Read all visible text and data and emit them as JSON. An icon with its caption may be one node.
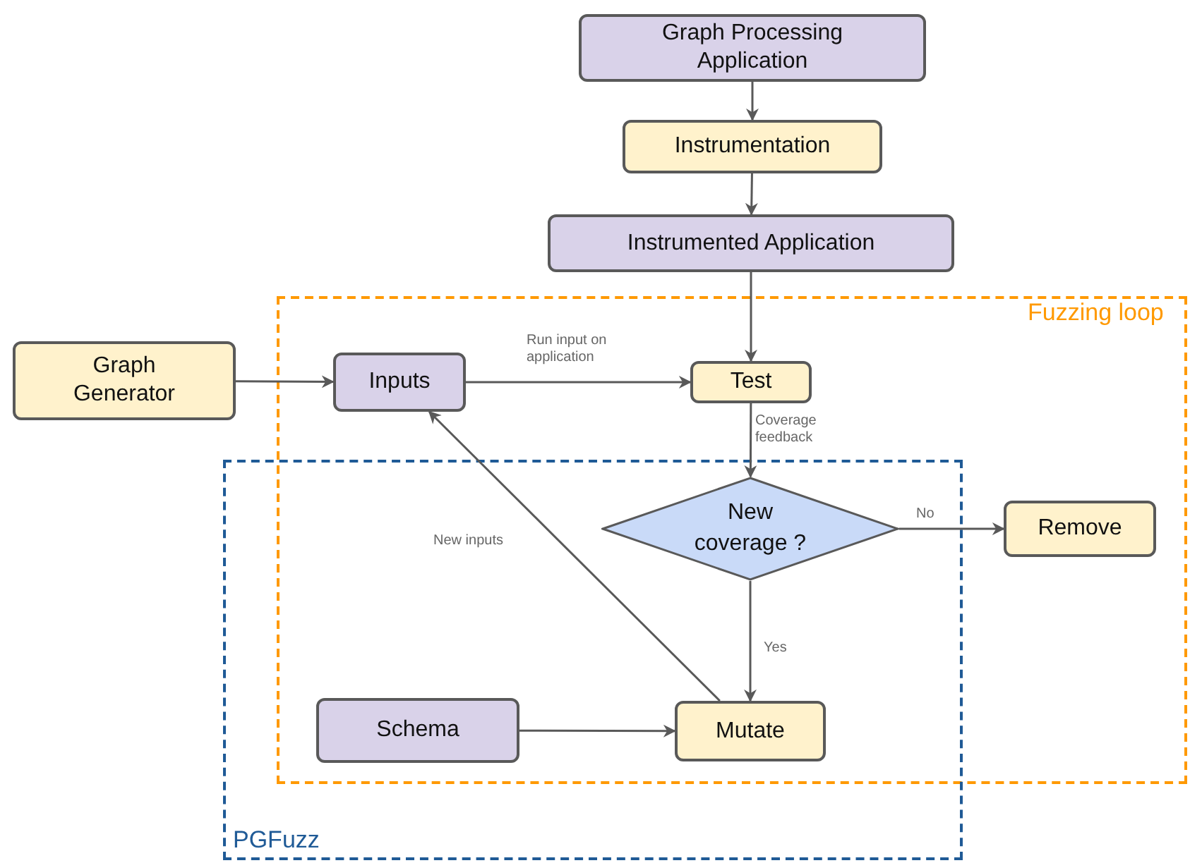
{
  "diagram": {
    "nodes": [
      {
        "text": [
          "Graph Processing Application"
        ]
      },
      {
        "text": [
          "Instrumentation"
        ]
      },
      {
        "text": [
          "Instrumented Application"
        ]
      },
      {
        "text": [
          "Graph Generator"
        ]
      },
      {
        "text": [
          "Inputs"
        ]
      },
      {
        "text": [
          "Test"
        ]
      },
      {
        "text": [
          "New coverage ?"
        ]
      },
      {
        "text": [
          "Remove"
        ]
      },
      {
        "text": [
          "Schema"
        ]
      },
      {
        "text": [
          "Mutate"
        ]
      }
    ],
    "edges": [
      {
        "from": 0,
        "to": 1,
        "arrow": "to"
      },
      {
        "from": 1,
        "to": 2,
        "arrow": "to"
      },
      {
        "from": 2,
        "to": 5,
        "arrow": "to"
      },
      {
        "from": 3,
        "to": 4,
        "arrow": "to"
      },
      {
        "from": 4,
        "to": 5,
        "arrow": "to",
        "label": "Run input on application"
      },
      {
        "from": 5,
        "to": 6,
        "arrow": "to",
        "label": "Coverage feedback"
      },
      {
        "from": 6,
        "to": 7,
        "arrow": "to",
        "label": "No"
      },
      {
        "from": 6,
        "to": 9,
        "arrow": "to",
        "label": "Yes"
      },
      {
        "from": 8,
        "to": 9,
        "arrow": "to"
      },
      {
        "from": 9,
        "to": 4,
        "arrow": "to",
        "label": "New inputs"
      }
    ],
    "labels": [
      "Fuzzing loop",
      "PGFuzz"
    ]
  }
}
